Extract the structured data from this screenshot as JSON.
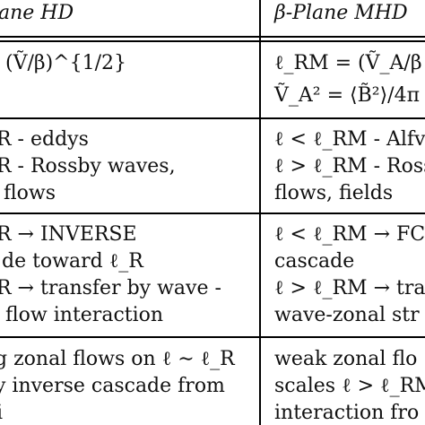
{
  "header": {
    "hd": "ane HD",
    "mhd": "β-Plane MHD"
  },
  "rows": [
    {
      "hd": [
        "(Ṽ/β)^{1/2}"
      ],
      "mhd": [
        "ℓ_RM = (Ṽ_A/β",
        "Ṽ_A² = ⟨B̃²⟩/4π"
      ]
    },
    {
      "hd": [
        "R - eddys",
        "R - Rossby waves,",
        "flows"
      ],
      "mhd": [
        "ℓ < ℓ_RM - Alfv",
        "ℓ > ℓ_RM - Ross",
        "flows, fields"
      ]
    },
    {
      "hd": [
        "R → INVERSE",
        "de toward ℓ_R",
        "R → transfer by wave -",
        "flow interaction"
      ],
      "mhd": [
        "ℓ < ℓ_RM → FC",
        "cascade",
        "ℓ > ℓ_RM → tra",
        "wave-zonal str"
      ]
    },
    {
      "hd": [
        "g zonal flows on ℓ ∼ ℓ_R",
        "y inverse cascade from",
        "i"
      ],
      "mhd": [
        "weak zonal flo",
        "scales ℓ > ℓ_RM",
        "interaction fro"
      ]
    }
  ]
}
